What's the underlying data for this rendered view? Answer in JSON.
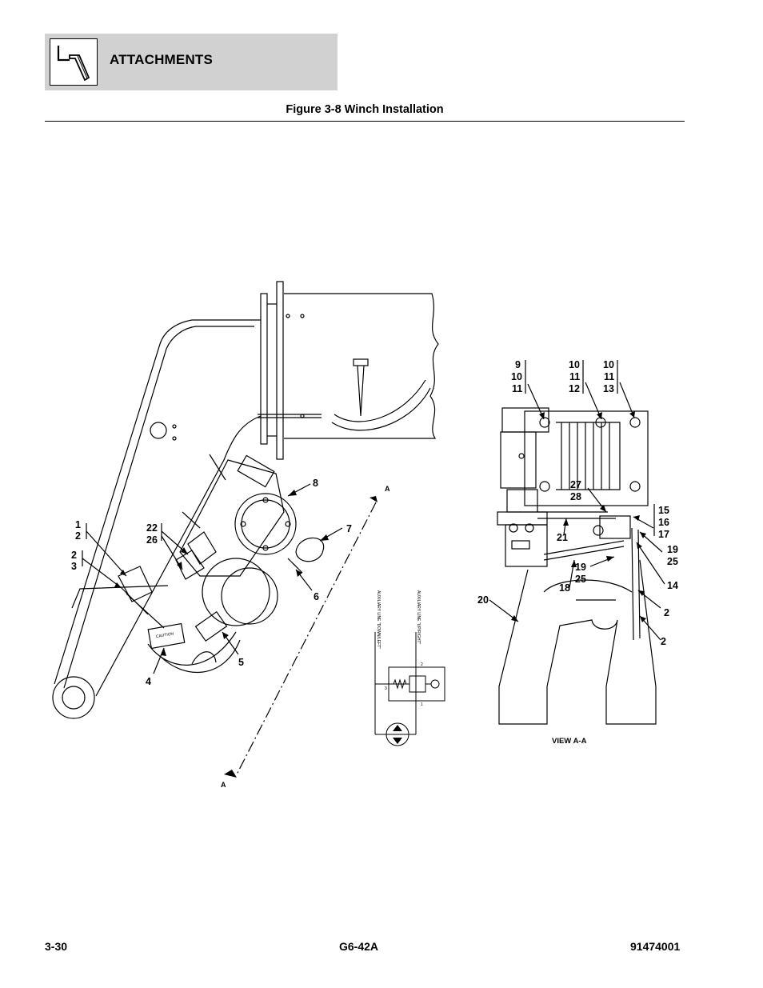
{
  "header": {
    "section_title": "ATTACHMENTS",
    "icon": "attachment-hook-icon"
  },
  "figure": {
    "title": "Figure 3-8 Winch Installation",
    "callouts": {
      "c8": "8",
      "c7": "7",
      "c6": "6",
      "c5": "5",
      "c4": "4",
      "c1": "1",
      "c2a": "2",
      "c2b": "2",
      "c3": "3",
      "c22": "22",
      "c26": "26",
      "v9": "9",
      "v10a": "10",
      "v11a": "11",
      "v10b": "10",
      "v11b": "11",
      "v12": "12",
      "v10c": "10",
      "v11c": "11",
      "v13": "13",
      "v27": "27",
      "v28": "28",
      "v21": "21",
      "v15": "15",
      "v16": "16",
      "v17": "17",
      "v19a": "19",
      "v25a": "25",
      "v14": "14",
      "v19b": "19",
      "v25b": "25",
      "v18": "18",
      "v20": "20",
      "v2a": "2",
      "v2b": "2"
    },
    "section_marker_top": "A",
    "section_marker_bottom": "A",
    "view_label": "VIEW A-A",
    "schematic": {
      "line_left": "AUXILIARY LINE \"DOWN/LEFT\"",
      "line_right": "AUXILIARY LINE \"UP/RIGHT\"",
      "port_2": "2",
      "port_3": "3",
      "port_1": "1"
    },
    "decal_text": "CAUTION"
  },
  "footer": {
    "page_number": "3-30",
    "model": "G6-42A",
    "part_number": "91474001"
  }
}
